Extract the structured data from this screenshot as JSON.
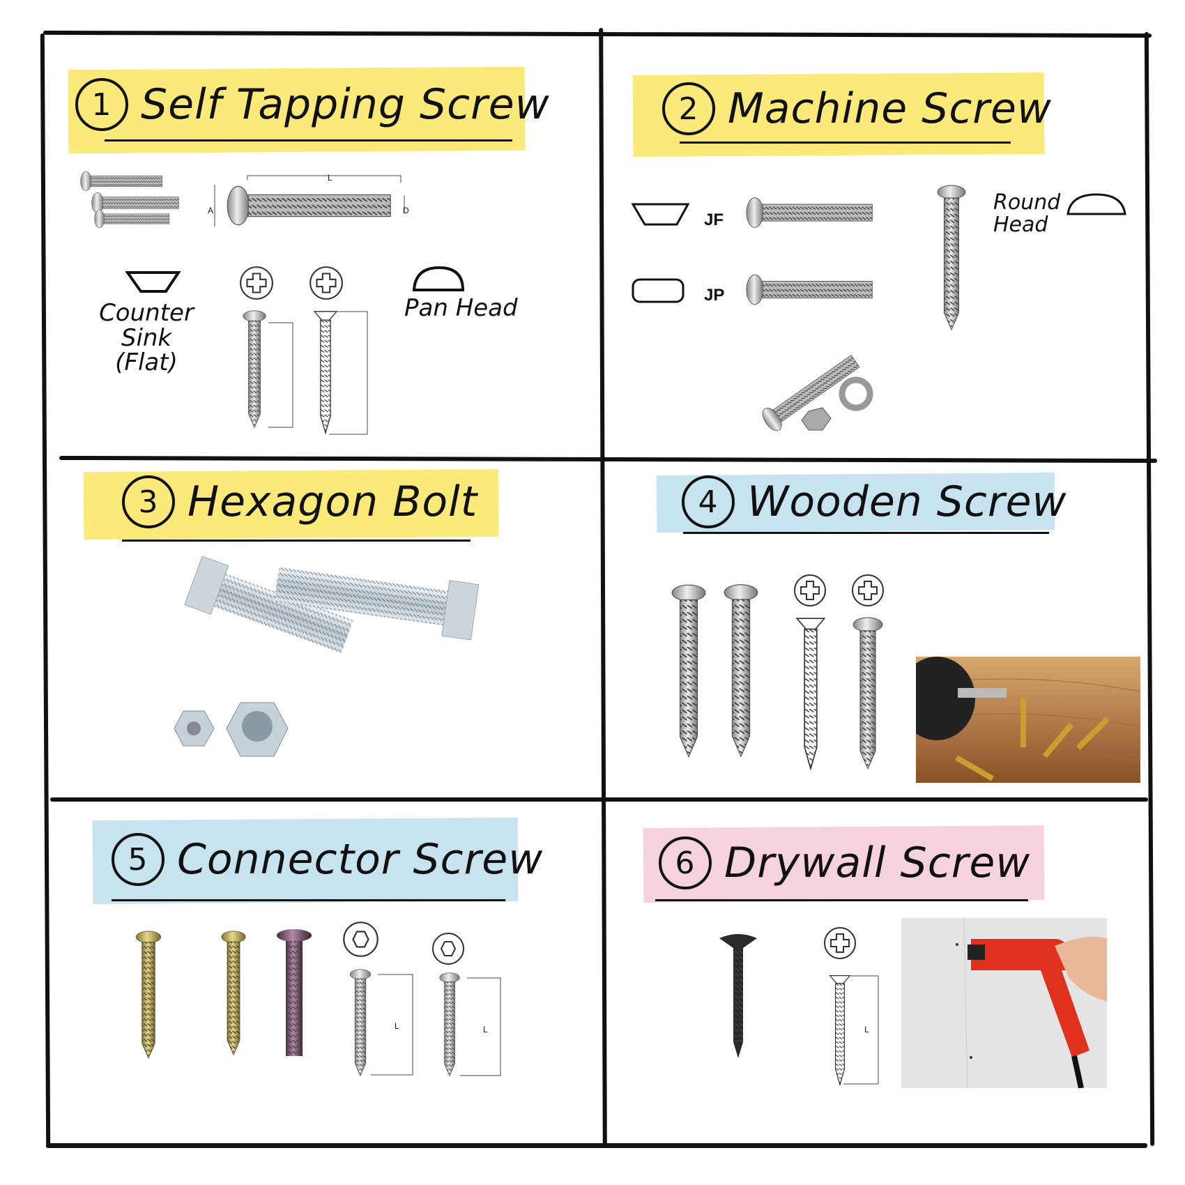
{
  "sections": [
    {
      "number": "1",
      "title": "Self Tapping Screw",
      "labels": {
        "counter_sink": "Counter Sink (Flat)",
        "pan_head": "Pan Head",
        "dim_L": "L",
        "dim_A": "A",
        "dim_D": "D"
      }
    },
    {
      "number": "2",
      "title": "Machine Screw",
      "labels": {
        "jf": "JF",
        "jp": "JP",
        "round_head": "Round Head"
      }
    },
    {
      "number": "3",
      "title": "Hexagon Bolt"
    },
    {
      "number": "4",
      "title": "Wooden Screw"
    },
    {
      "number": "5",
      "title": "Connector Screw",
      "labels": {
        "dim_L": "L"
      }
    },
    {
      "number": "6",
      "title": "Drywall Screw",
      "labels": {
        "dim_L": "L"
      }
    }
  ],
  "colors": {
    "yellow": "#fbe97a",
    "blue": "#c6e3ef",
    "pink": "#f6d2dc"
  }
}
